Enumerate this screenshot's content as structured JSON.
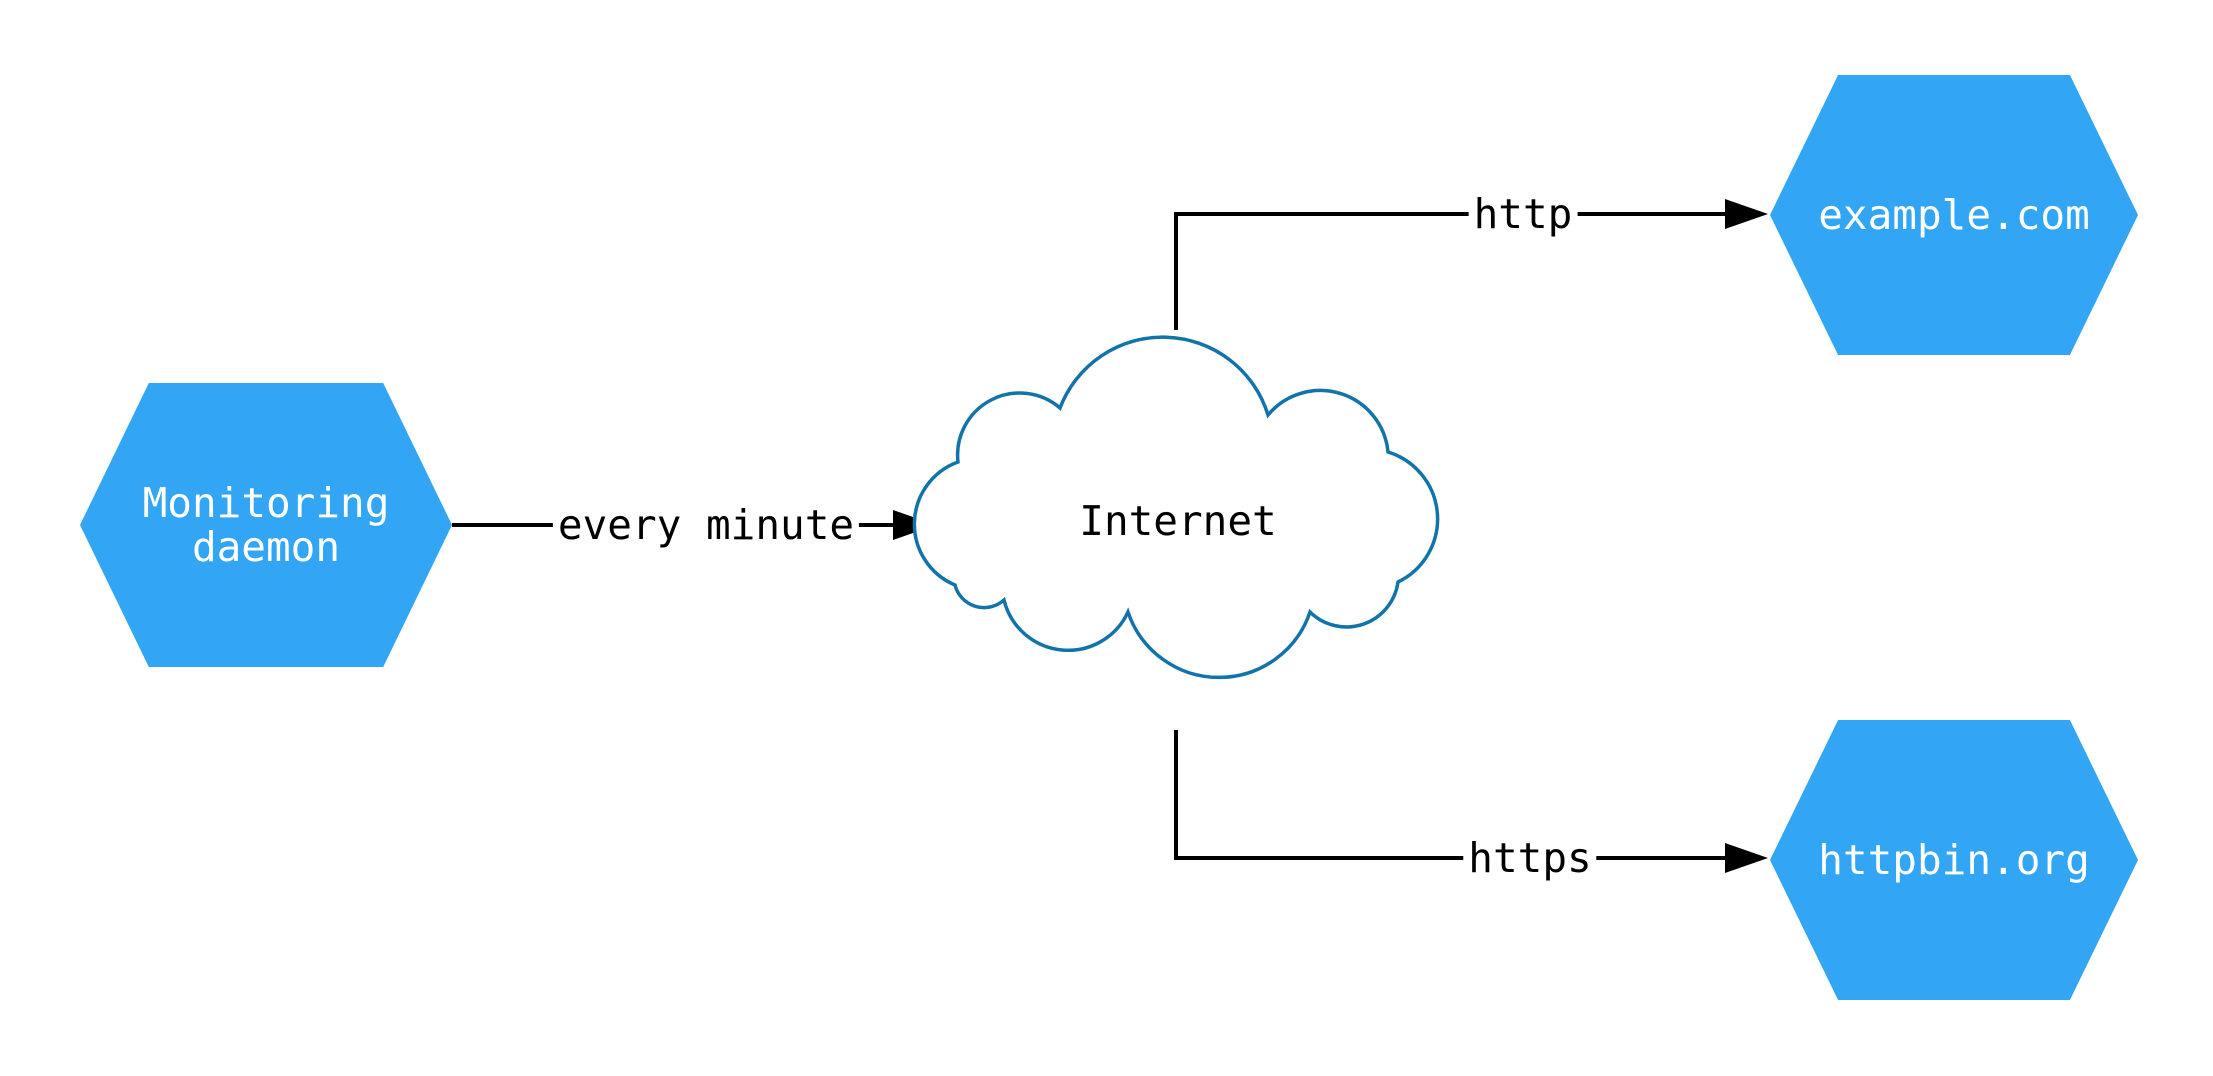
{
  "colors": {
    "background": "#ffffff",
    "node_fill": "#32A5F4",
    "node_text": "#ffffff",
    "cloud_stroke": "#1273AA",
    "cloud_fill": "#ffffff",
    "edge_color": "#000000",
    "edge_label_text": "#000000"
  },
  "nodes": {
    "monitoring": {
      "line1": "Monitoring",
      "line2": "daemon"
    },
    "internet": {
      "label": "Internet"
    },
    "example": {
      "label": "example.com"
    },
    "httpbin": {
      "label": "httpbin.org"
    }
  },
  "edges": {
    "every_minute": {
      "label": "every minute",
      "from": "monitoring",
      "to": "internet"
    },
    "http": {
      "label": "http",
      "from": "internet",
      "to": "example"
    },
    "https": {
      "label": "https",
      "from": "internet",
      "to": "httpbin"
    }
  }
}
